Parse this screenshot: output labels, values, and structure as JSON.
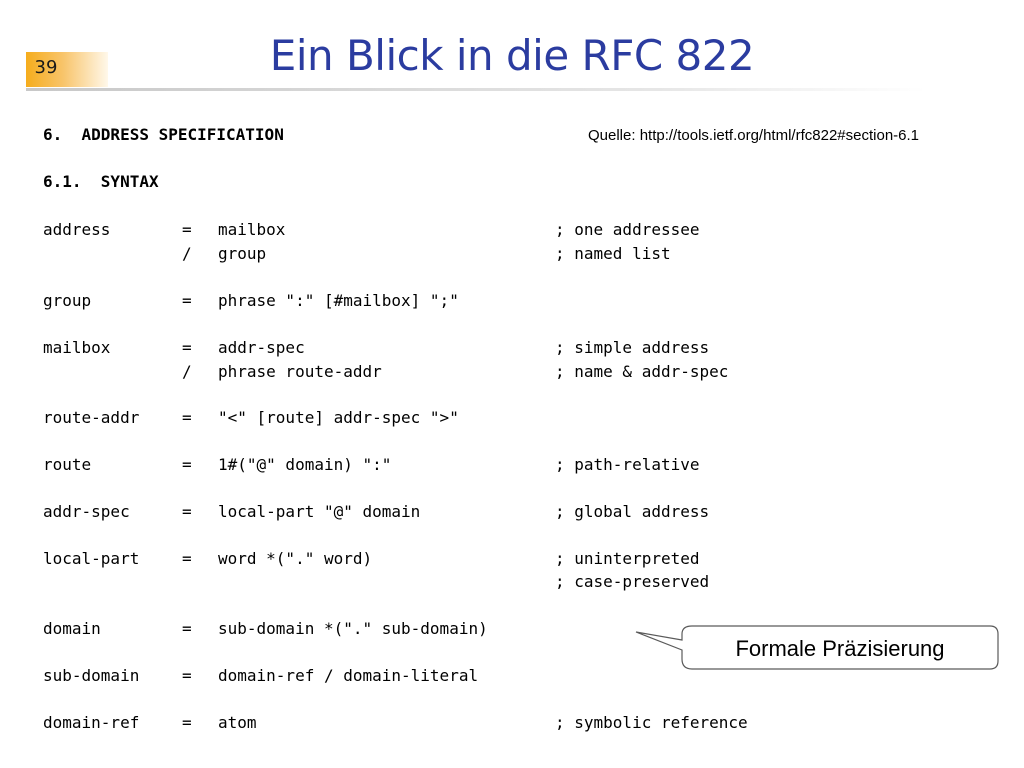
{
  "slide": {
    "page_number": "39",
    "title": "Ein Blick in die RFC 822",
    "source": "Quelle: http://tools.ietf.org/html/rfc822#section-6.1",
    "callout": "Formale Präzisierung"
  },
  "rfc": {
    "section_heading": "6.  ADDRESS SPECIFICATION",
    "subsection_heading": "6.1.  SYNTAX",
    "rows": [
      {
        "name": "address",
        "op": "=",
        "def": "mailbox",
        "comment": "; one addressee"
      },
      {
        "name": "",
        "op": "/",
        "def": "group",
        "comment": "; named list"
      },
      {
        "name": "group",
        "op": "=",
        "def": "phrase \":\" [#mailbox] \";\"",
        "comment": ""
      },
      {
        "name": "mailbox",
        "op": "=",
        "def": "addr-spec",
        "comment": "; simple address"
      },
      {
        "name": "",
        "op": "/",
        "def": "phrase route-addr",
        "comment": "; name & addr-spec"
      },
      {
        "name": "route-addr",
        "op": "=",
        "def": "\"<\" [route] addr-spec \">\"",
        "comment": ""
      },
      {
        "name": "route",
        "op": "=",
        "def": "1#(\"@\" domain) \":\"",
        "comment": "; path-relative"
      },
      {
        "name": "addr-spec",
        "op": "=",
        "def": "local-part \"@\" domain",
        "comment": "; global address"
      },
      {
        "name": "local-part",
        "op": "=",
        "def": "word *(\".\" word)",
        "comment": "; uninterpreted"
      },
      {
        "name": "",
        "op": "",
        "def": "",
        "comment": "; case-preserved"
      },
      {
        "name": "domain",
        "op": "=",
        "def": "sub-domain *(\".\" sub-domain)",
        "comment": ""
      },
      {
        "name": "sub-domain",
        "op": "=",
        "def": "domain-ref / domain-literal",
        "comment": ""
      },
      {
        "name": "domain-ref",
        "op": "=",
        "def": "atom",
        "comment": "; symbolic reference"
      }
    ]
  }
}
